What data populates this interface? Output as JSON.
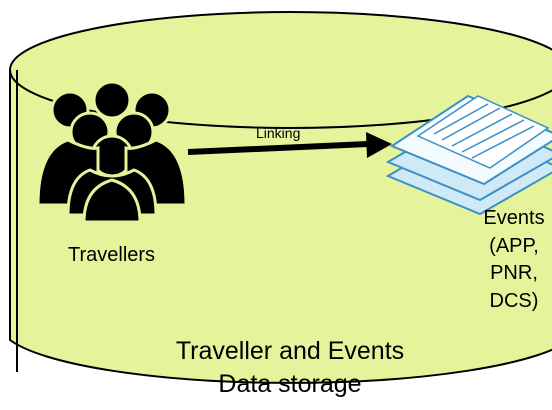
{
  "diagram": {
    "travellers_label": "Travellers",
    "link_label": "Linking",
    "events_lines": [
      "Events",
      "(APP,",
      "PNR,",
      "DCS)"
    ],
    "storage_lines": [
      "Traveller and Events",
      "Data storage"
    ]
  },
  "colors": {
    "cylinder_fill": "#e5f39a",
    "outline": "#000000",
    "people": "#000000",
    "document_fill": "#cfe9f6",
    "document_stroke": "#3a8fc7",
    "arrow": "#000000"
  },
  "icons": {
    "people": "group-of-people-icon",
    "documents": "stacked-documents-icon"
  }
}
